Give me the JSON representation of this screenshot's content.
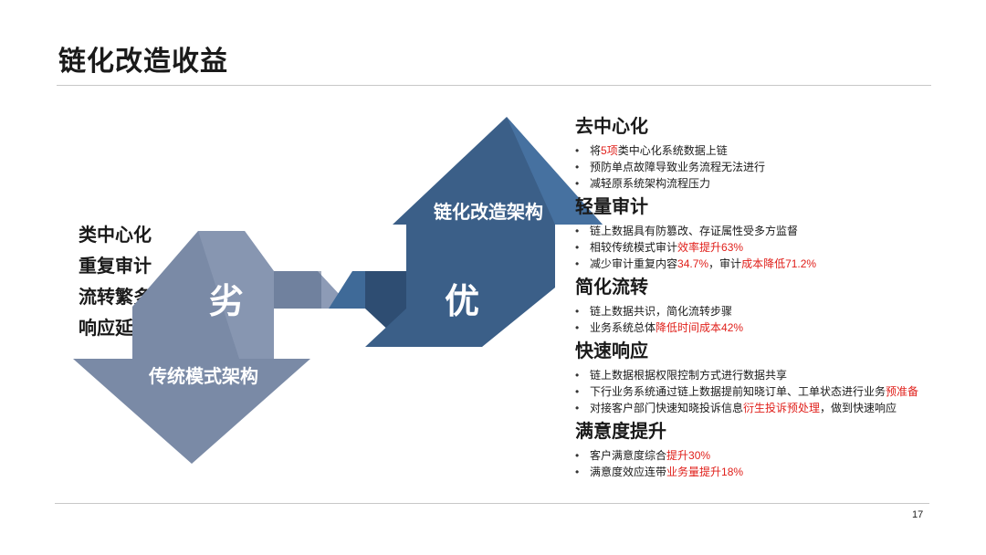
{
  "page": {
    "title": "链化改造收益",
    "page_number": "17"
  },
  "issues": [
    "类中心化",
    "重复审计",
    "流转繁多",
    "响应延迟"
  ],
  "diagram": {
    "down_big_char": "劣",
    "down_label": "传统模式架构",
    "up_big_char": "优",
    "up_label": "链化改造架构",
    "colors": {
      "light": "#7a8aa6",
      "dark": "#3b5f88",
      "bridge_light": "#8d9bb6",
      "bridge_dark": "#2e4d72"
    }
  },
  "benefits": [
    {
      "title": "去中心化",
      "items": [
        [
          {
            "t": "将"
          },
          {
            "t": "5项",
            "hl": true
          },
          {
            "t": "类中心化系统数据上链"
          }
        ],
        [
          {
            "t": "预防单点故障导致业务流程无法进行"
          }
        ],
        [
          {
            "t": "减轻原系统架构流程压力"
          }
        ]
      ]
    },
    {
      "title": "轻量审计",
      "items": [
        [
          {
            "t": "链上数据具有防篡改、存证属性受多方监督"
          }
        ],
        [
          {
            "t": "相较传统模式审计"
          },
          {
            "t": "效率提升63%",
            "hl": true
          }
        ],
        [
          {
            "t": "减少审计重复内容"
          },
          {
            "t": "34.7%",
            "hl": true
          },
          {
            "t": "，审计"
          },
          {
            "t": "成本降低71.2%",
            "hl": true
          }
        ]
      ]
    },
    {
      "title": "简化流转",
      "items": [
        [
          {
            "t": "链上数据共识，简化流转步骤"
          }
        ],
        [
          {
            "t": "业务系统总体"
          },
          {
            "t": "降低时间成本42%",
            "hl": true
          }
        ]
      ]
    },
    {
      "title": "快速响应",
      "items": [
        [
          {
            "t": "链上数据根据权限控制方式进行数据共享"
          }
        ],
        [
          {
            "t": "下行业务系统通过链上数据提前知晓订单、工单状态进行业务"
          },
          {
            "t": "预准备",
            "hl": true
          }
        ],
        [
          {
            "t": "对接客户部门快速知晓投诉信息"
          },
          {
            "t": "衍生投诉预处理",
            "hl": true
          },
          {
            "t": "，做到快速响应"
          }
        ]
      ]
    },
    {
      "title": "满意度提升",
      "items": [
        [
          {
            "t": "客户满意度综合"
          },
          {
            "t": "提升30%",
            "hl": true
          }
        ],
        [
          {
            "t": "满意度效应连带"
          },
          {
            "t": "业务量提升18%",
            "hl": true
          }
        ]
      ]
    }
  ]
}
